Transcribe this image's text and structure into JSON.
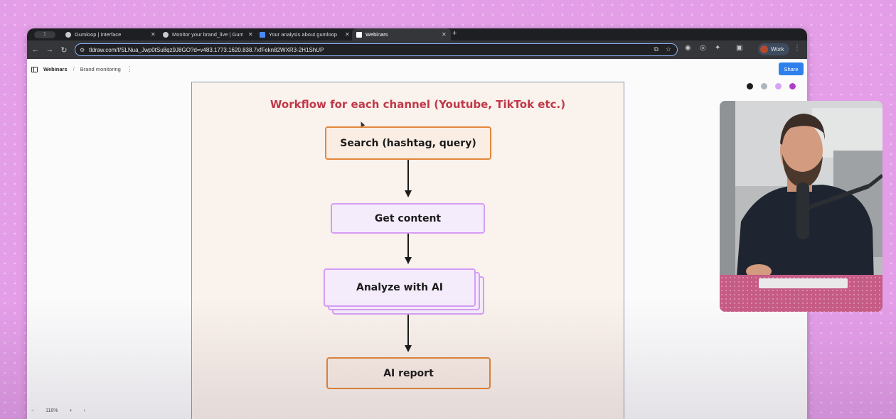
{
  "browser": {
    "tabs": [
      {
        "label": "Gumloop | interface",
        "icon": "globe-icon"
      },
      {
        "label": "Monitor your brand_live | Gum",
        "icon": "globe-icon"
      },
      {
        "label": "Your analysis about gumloop",
        "icon": "doc-icon"
      },
      {
        "label": "Webinars",
        "icon": "tldraw-icon"
      }
    ],
    "active_tab": 3,
    "close_glyph": "✕",
    "new_tab_glyph": "+",
    "url": "tldraw.com/f/SLNua_Jwp0tSu8qz9J8GO?d=v483.1773.1620.838.7xfFekn82WXR3-2H1ShUP",
    "profile_label": "Work",
    "nav": {
      "back": "←",
      "forward": "→",
      "reload": "↻"
    }
  },
  "app": {
    "breadcrumb": {
      "first": "Webinars",
      "separator": "/",
      "second": "Brand monitoring"
    },
    "share_label": "Share",
    "palette_colors": [
      "#1d1d1d",
      "#adb5bd",
      "#d7a3f5",
      "#ae3ec9"
    ],
    "zoom": {
      "minus": "−",
      "level": "118%",
      "plus": "+",
      "collapse": "‹"
    }
  },
  "diagram": {
    "title": "Workflow for each channel (Youtube, TikTok etc.)",
    "nodes": [
      {
        "label": "Search (hashtag, query)"
      },
      {
        "label": "Get content"
      },
      {
        "label": "Analyze with AI"
      },
      {
        "label": "AI report"
      }
    ],
    "colors": {
      "title": "#c0384a",
      "orange": "#e3873a",
      "purple": "#d59df5",
      "frame_bg": "#faf2ec"
    }
  }
}
